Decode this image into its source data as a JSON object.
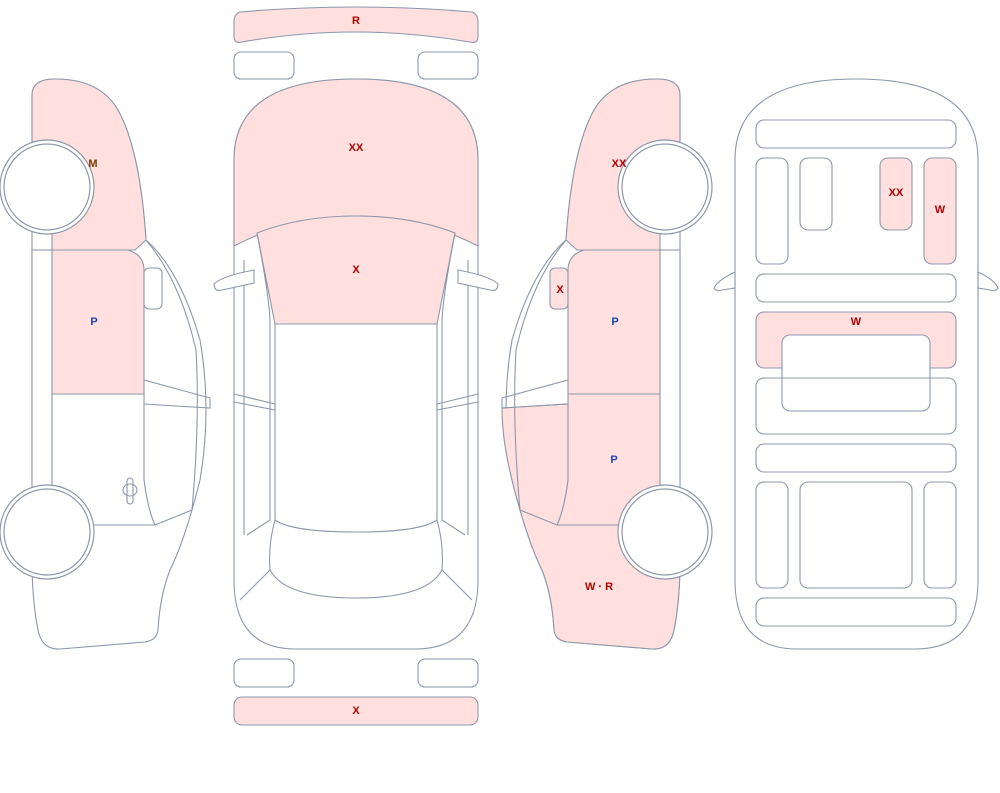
{
  "colors": {
    "outline": "#8d97ac",
    "damage_fill": "#ffe0de",
    "code_red": "#b00000",
    "code_blue": "#1a46b0",
    "code_brown": "#7a3a00"
  },
  "marks": {
    "rear_bumper": "R",
    "roof": "XX",
    "windshield": "X",
    "front_bumper": "X",
    "left_fender": "M",
    "left_front_door": "P",
    "right_fender": "XX",
    "right_mirror": "X",
    "right_front_door": "P",
    "right_rear_door": "P",
    "right_quarter": "W · R",
    "floor_pillar": "XX",
    "floor_rail": "W",
    "floor_crossmember": "W"
  }
}
